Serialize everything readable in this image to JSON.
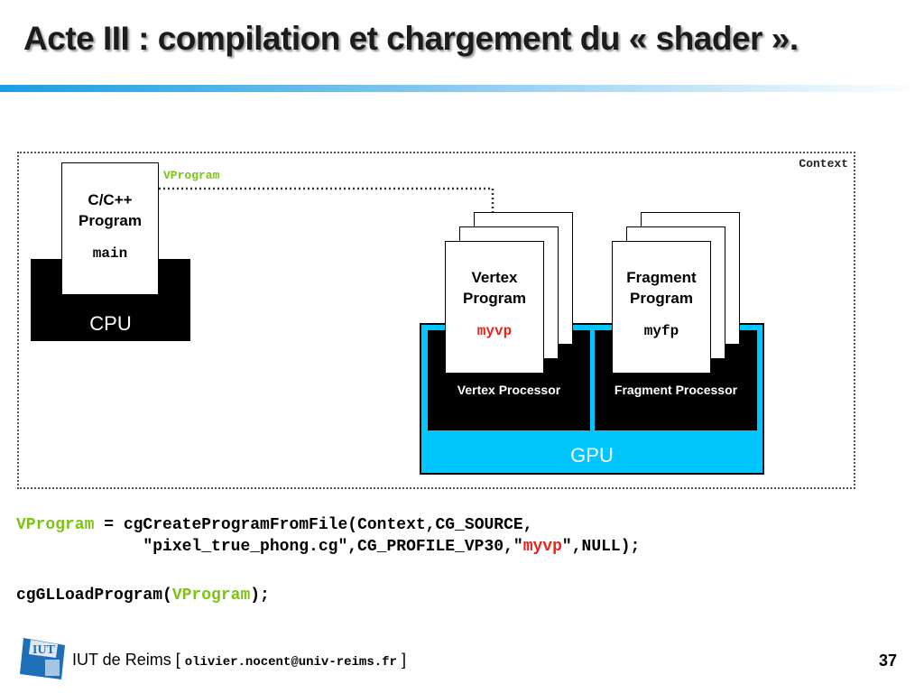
{
  "slide": {
    "title": "Acte III : compilation et chargement du « shader ».",
    "page_number": "37"
  },
  "diagram": {
    "context_label": "Context",
    "vprogram_label": "VProgram",
    "cpu_program": {
      "line1": "C/C++",
      "line2": "Program",
      "entry": "main"
    },
    "cpu_label": "CPU",
    "vertex_program": {
      "line1": "Vertex",
      "line2": "Program",
      "name": "myvp"
    },
    "fragment_program": {
      "line1": "Fragment",
      "line2": "Program",
      "name": "myfp"
    },
    "vertex_processor_label": "Vertex Processor",
    "fragment_processor_label": "Fragment Processor",
    "gpu_label": "GPU"
  },
  "code": {
    "line1_var": "VProgram",
    "line1_rest": " = cgCreateProgramFromFile(Context,CG_SOURCE,",
    "line2_pre": "             \"pixel_true_phong.cg\",CG_PROFILE_VP30,\"",
    "line2_name": "myvp",
    "line2_post": "\",NULL);",
    "line3_pre": "cgGLLoadProgram(",
    "line3_var": "VProgram",
    "line3_post": ");"
  },
  "footer": {
    "org": "IUT de Reims [ ",
    "email": "olivier.nocent@univ-reims.fr",
    "close": " ]",
    "logo_text": "IUT"
  },
  "colors": {
    "accent_green": "#7dc314",
    "accent_red": "#e8231b",
    "gpu_cyan": "#00c6ff",
    "title_bar_blue": "#1b9ee0"
  }
}
